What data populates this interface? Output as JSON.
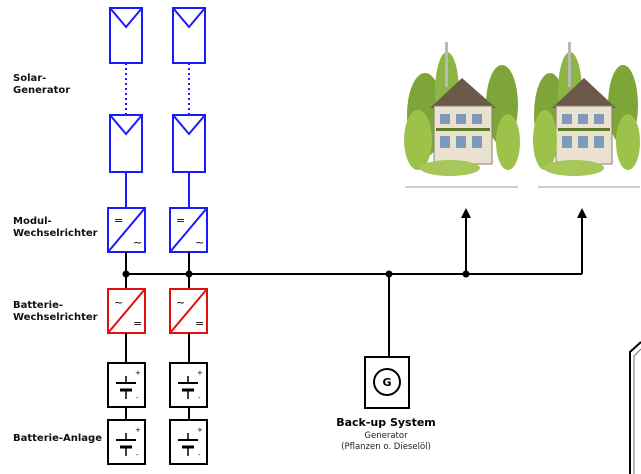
{
  "labels": {
    "solar_generator": [
      "Solar-",
      "Generator"
    ],
    "module_inverter": [
      "Modul-",
      "Wechselrichter"
    ],
    "battery_inverter": [
      "Batterie-",
      "Wechselrichter"
    ],
    "battery_system": "Batterie-Anlage"
  },
  "inverter_symbols": {
    "module": [
      "=",
      "~"
    ],
    "battery": [
      "~",
      "="
    ]
  },
  "battery_symbols": {
    "plus": "+",
    "minus": "-"
  },
  "backup": {
    "title": "Back-up System",
    "subtitle": "Generator",
    "detail": "(Pflanzen o. Dieselöl)",
    "symbol": "G"
  },
  "colors": {
    "solar": "#1a1aff",
    "battery_inverter": "#e01010",
    "bus": "#000000",
    "tree_dark": "#5f8a1f",
    "tree_light": "#9cc24a",
    "house_wall": "#e8e2cf",
    "roof": "#6b5a4a"
  }
}
